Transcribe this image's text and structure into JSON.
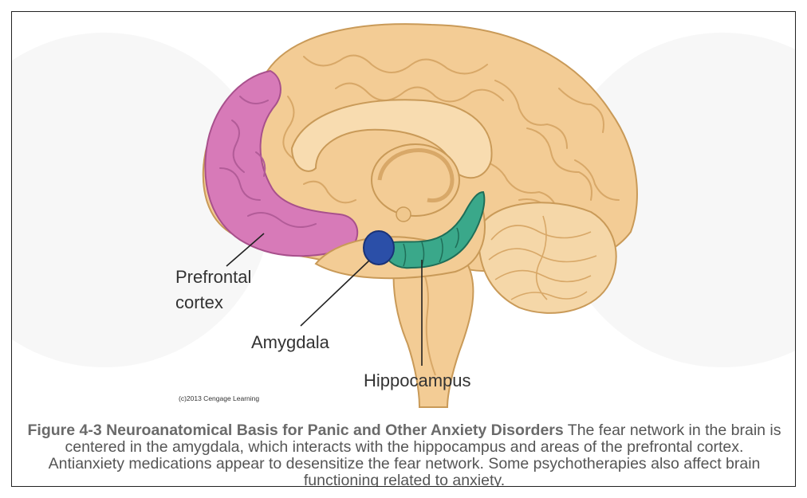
{
  "figure": {
    "labels": {
      "prefrontal_line1": "Prefrontal",
      "prefrontal_line2": "cortex",
      "amygdala": "Amygdala",
      "hippocampus": "Hippocampus"
    },
    "credit": "(c)2013 Cengage Learning",
    "caption_title": "Figure 4-3 Neuroanatomical Basis for Panic and Other Anxiety Disorders",
    "caption_body": " The fear network in the brain is centered in the amygdala, which interacts with the hippocampus and areas of the prefrontal cortex. Antianxiety medications appear to desensitize the fear network. Some psychotherapies also affect brain functioning related to anxiety."
  },
  "colors": {
    "cortex": "#f3cc95",
    "prefrontal": "#d77ab8",
    "amygdala": "#2b4fa8",
    "hippocampus": "#3aa88a",
    "label_text": "#333333",
    "caption_text": "#555555"
  }
}
